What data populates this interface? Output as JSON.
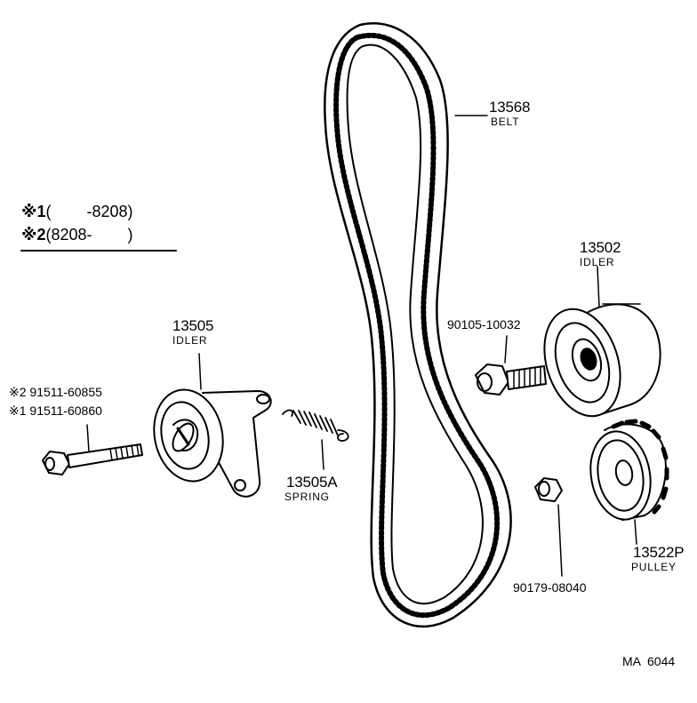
{
  "notes": {
    "row1_marker": "※1",
    "row1_range": "(        -8208)",
    "row2_marker": "※2",
    "row2_range": "(8208-        )"
  },
  "parts": {
    "belt": {
      "number": "13568",
      "name": "BELT"
    },
    "idler_right": {
      "number": "13502",
      "name": "IDLER"
    },
    "bolt_right": {
      "number": "90105-10032"
    },
    "idler_left": {
      "number": "13505",
      "name": "IDLER"
    },
    "bolt_left": {
      "line1": "※2 91511-60855",
      "line2": "※1 91511-60860"
    },
    "spring": {
      "number": "13505A",
      "name": "SPRING"
    },
    "pulley": {
      "number": "13522P",
      "name": "PULLEY"
    },
    "nut": {
      "number": "90179-08040"
    }
  },
  "figure_code": "MA  6044"
}
